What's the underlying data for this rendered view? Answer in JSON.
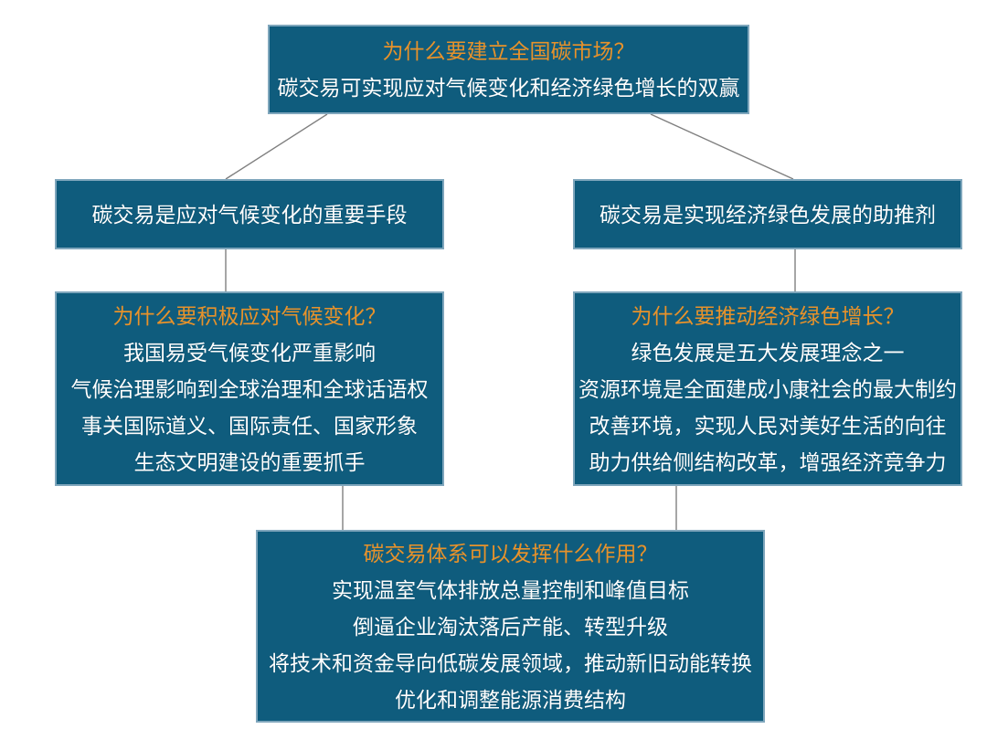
{
  "colors": {
    "box_background": "#0F5C7D",
    "box_border": "#7FA6BC",
    "title_orange": "#E8922A",
    "body_white": "#FFFFFF",
    "connector_gray": "#7F7F7F"
  },
  "nodes": {
    "root": {
      "title": "为什么要建立全国碳市场？",
      "body": "碳交易可实现应对气候变化和经济绿色增长的双赢"
    },
    "left_branch": {
      "label": "碳交易是应对气候变化的重要手段"
    },
    "right_branch": {
      "label": "碳交易是实现经济绿色发展的助推剂"
    },
    "left_detail": {
      "title": "为什么要积极应对气候变化？",
      "lines": [
        "我国易受气候变化严重影响",
        "气候治理影响到全球治理和全球话语权",
        "事关国际道义、国际责任、国家形象",
        "生态文明建设的重要抓手"
      ]
    },
    "right_detail": {
      "title": "为什么要推动经济绿色增长？",
      "lines": [
        "绿色发展是五大发展理念之一",
        "资源环境是全面建成小康社会的最大制约",
        "改善环境，实现人民对美好生活的向往",
        "助力供给侧结构改革，增强经济竞争力"
      ]
    },
    "bottom": {
      "title": "碳交易体系可以发挥什么作用？",
      "lines": [
        "实现温室气体排放总量控制和峰值目标",
        "倒逼企业淘汰落后产能、转型升级",
        "将技术和资金导向低碳发展领域，推动新旧动能转换",
        "优化和调整能源消费结构"
      ]
    }
  }
}
